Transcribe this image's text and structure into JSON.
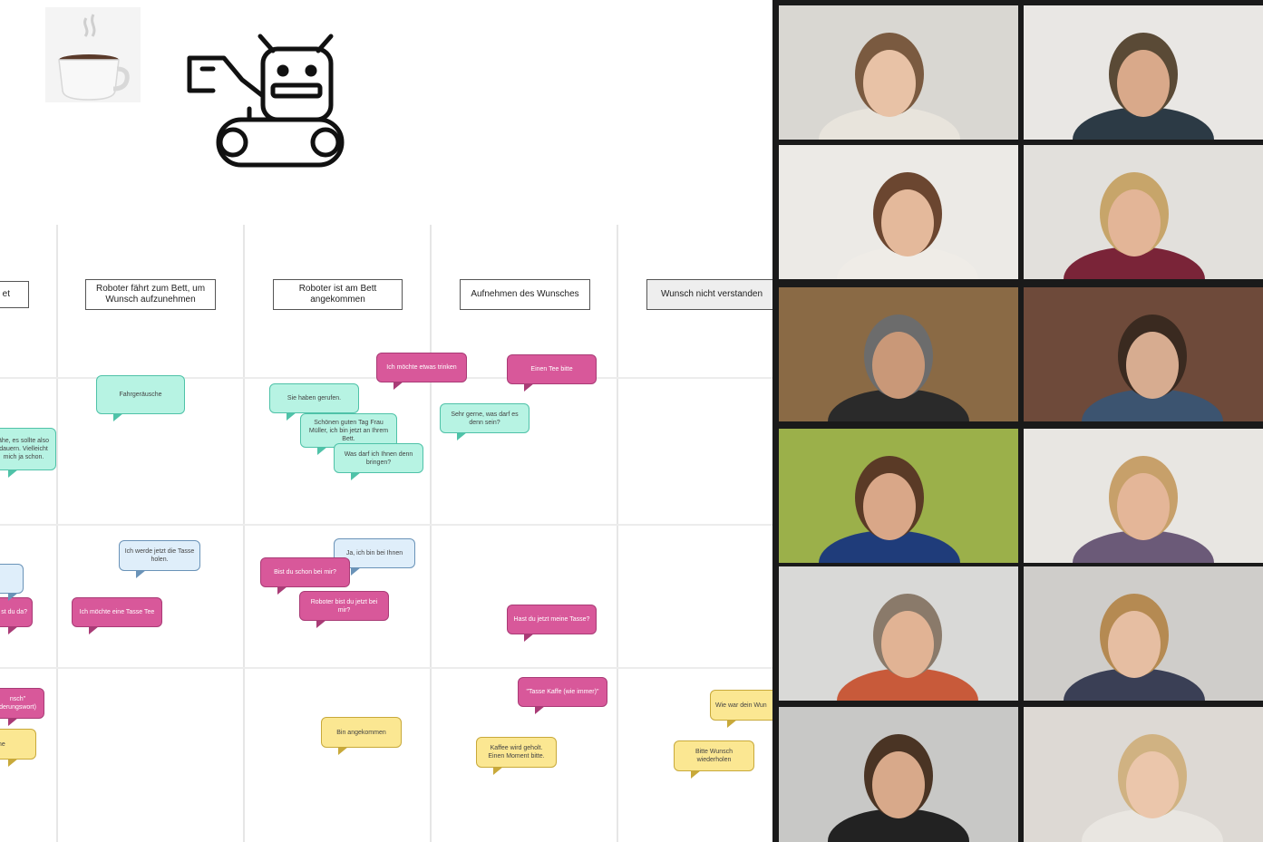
{
  "board": {
    "headers": [
      {
        "text": "et"
      },
      {
        "text": "Roboter fährt zum Bett, um Wunsch aufzunehmen"
      },
      {
        "text": "Roboter ist am Bett angekommen"
      },
      {
        "text": "Aufnehmen des Wunsches"
      },
      {
        "text": "Wunsch nicht verstanden"
      }
    ],
    "stickies": [
      {
        "text": "Fahrgeräusche",
        "color": "mint"
      },
      {
        "text": "Sie haben gerufen.",
        "color": "mint"
      },
      {
        "text": "Schönen guten Tag Frau Müller, ich bin jetzt an Ihrem Bett.",
        "color": "mint"
      },
      {
        "text": "Was darf ich Ihnen denn bringen?",
        "color": "mint"
      },
      {
        "text": "Ich möchte etwas trinken",
        "color": "pink"
      },
      {
        "text": "Einen Tee bitte",
        "color": "pink"
      },
      {
        "text": "Sehr gerne, was darf es denn sein?",
        "color": "mint"
      },
      {
        "text": "ähe, es sollte also dauern. Vielleicht mich ja schon.",
        "color": "mint"
      },
      {
        "text": "Ich werde jetzt die Tasse holen.",
        "color": "blue"
      },
      {
        "text": "Ja, ich bin bei Ihnen",
        "color": "blue"
      },
      {
        "text": "Bist du schon bei mir?",
        "color": "pink"
      },
      {
        "text": "Roboter bist du jetzt bei mir?",
        "color": "pink"
      },
      {
        "text": "Ich möchte eine Tasse Tee",
        "color": "pink"
      },
      {
        "text": "st du da?",
        "color": "pink"
      },
      {
        "text": "Hast du jetzt meine Tasse?",
        "color": "pink"
      },
      {
        "text": "\"Tasse Kaffe (wie immer)\"",
        "color": "pink"
      },
      {
        "text": "nsch\" derungswort)",
        "color": "pink"
      },
      {
        "text": "Bin angekommen",
        "color": "yellow"
      },
      {
        "text": "Kaffee wird geholt. Einen Moment bitte.",
        "color": "yellow"
      },
      {
        "text": "Wie war dein Wun",
        "color": "yellow"
      },
      {
        "text": "Bitte Wunsch wiederholen",
        "color": "yellow"
      },
      {
        "text": "me",
        "color": "yellow"
      },
      {
        "text": "",
        "color": "blue"
      }
    ],
    "icons": [
      "coffee-cup-icon",
      "robot-icon"
    ]
  },
  "colors": {
    "mint": "#b7f3e3",
    "pink": "#d8589a",
    "blue": "#dfeefa",
    "yellow": "#fbe792",
    "gallery_bg": "#1a1a1a"
  },
  "participants": [
    {
      "wall": "#d9d7d2",
      "shirt": "#e8e4dc",
      "hair": "#7a5a40",
      "skin": "#e8c2a6"
    },
    {
      "wall": "#e9e7e4",
      "shirt": "#2c3a45",
      "hair": "#5a4a36",
      "skin": "#d9a98a"
    },
    {
      "wall": "#eceae6",
      "shirt": "#efece7",
      "hair": "#6b4630",
      "skin": "#e4b99b"
    },
    {
      "wall": "#e2e0dc",
      "shirt": "#7a2438",
      "hair": "#c7a56a",
      "skin": "#e3b597"
    },
    {
      "wall": "#8a6a45",
      "shirt": "#2a2a2a",
      "hair": "#6c6c6c",
      "skin": "#c99878"
    },
    {
      "wall": "#6e4a3a",
      "shirt": "#3c5470",
      "hair": "#3a2a20",
      "skin": "#d7ac90"
    },
    {
      "wall": "#9bb04a",
      "shirt": "#1f3c7a",
      "hair": "#5a3a26",
      "skin": "#d9a788"
    },
    {
      "wall": "#e8e6e2",
      "shirt": "#6b5a78",
      "hair": "#c7a06a",
      "skin": "#e4b698"
    },
    {
      "wall": "#d9d9d7",
      "shirt": "#c85a3a",
      "hair": "#8a7a6a",
      "skin": "#e1b394"
    },
    {
      "wall": "#cfcdca",
      "shirt": "#3a3f55",
      "hair": "#b58a52",
      "skin": "#e6bea2"
    },
    {
      "wall": "#c8c8c6",
      "shirt": "#222222",
      "hair": "#4a3424",
      "skin": "#d8a98a"
    },
    {
      "wall": "#ddd9d4",
      "shirt": "#e9e6e1",
      "hair": "#d0b282",
      "skin": "#ebc6ab"
    }
  ]
}
